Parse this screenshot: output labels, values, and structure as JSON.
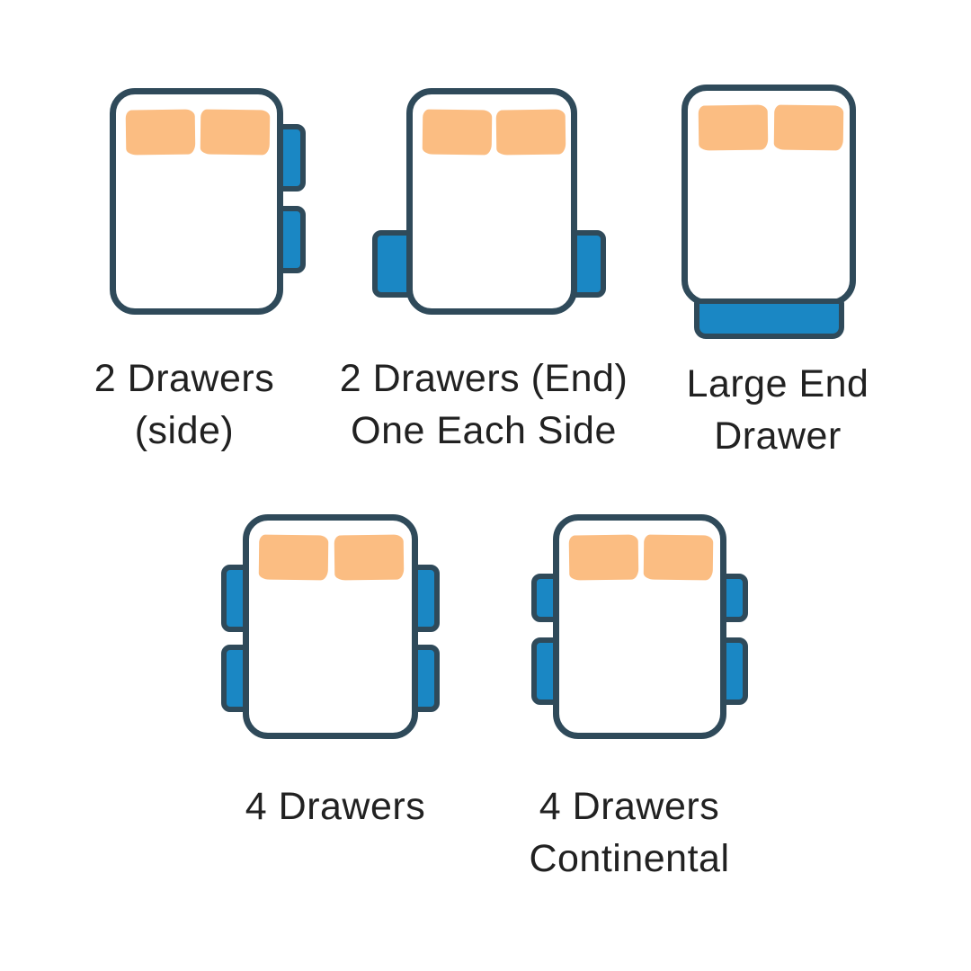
{
  "diagram": {
    "subject": "bed storage drawer configurations",
    "colors": {
      "outline": "#2f4a5a",
      "drawer_fill": "#1a87c4",
      "pillow_fill": "#fbbd82",
      "text": "#212121",
      "background": "#ffffff"
    },
    "figures": [
      {
        "id": "2-drawers-side",
        "label_lines": [
          "2 Drawers",
          "(side)"
        ],
        "drawer_count": 2,
        "drawer_placement": "two on right side",
        "pillow_count": 2
      },
      {
        "id": "2-drawers-end-one-each-side",
        "label_lines": [
          "2 Drawers (End)",
          "One Each Side"
        ],
        "drawer_count": 2,
        "drawer_placement": "one low on each side",
        "pillow_count": 2
      },
      {
        "id": "large-end-drawer",
        "label_lines": [
          "Large End",
          "Drawer"
        ],
        "drawer_count": 1,
        "drawer_placement": "single wide drawer at foot end",
        "pillow_count": 2
      },
      {
        "id": "4-drawers",
        "label_lines": [
          "4 Drawers"
        ],
        "drawer_count": 4,
        "drawer_placement": "two on each side",
        "pillow_count": 2
      },
      {
        "id": "4-drawers-continental",
        "label_lines": [
          "4 Drawers",
          "Continental"
        ],
        "drawer_count": 4,
        "drawer_placement": "two on each side, shorter upper drawers",
        "pillow_count": 2
      }
    ]
  }
}
